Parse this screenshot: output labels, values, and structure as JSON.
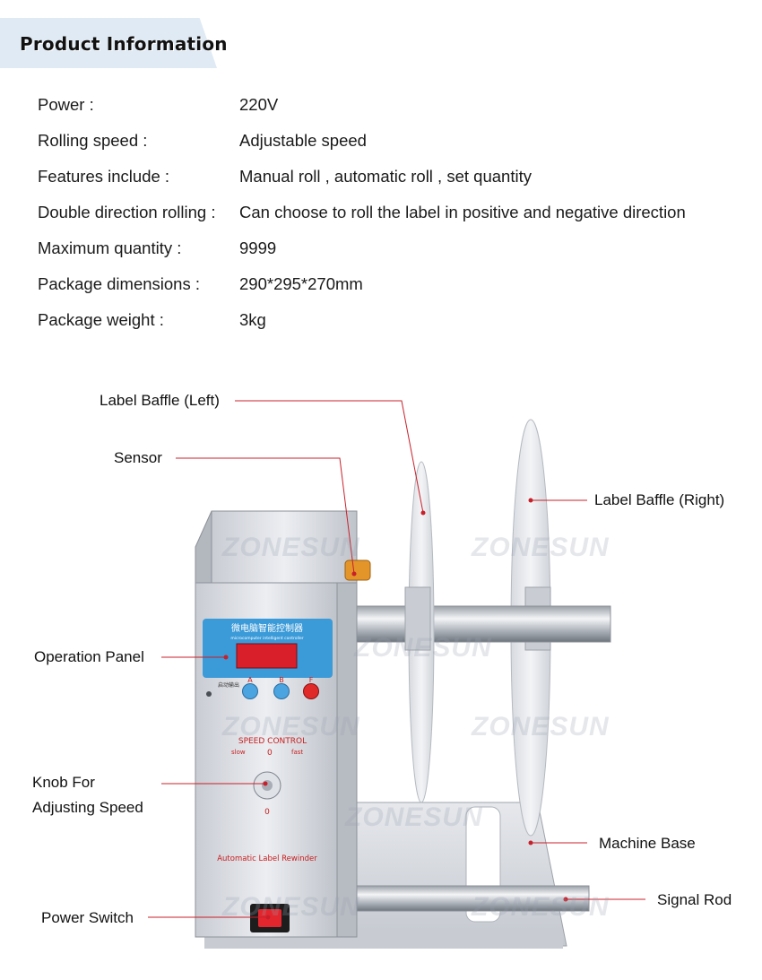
{
  "header": {
    "title": "Product Information"
  },
  "specs": [
    {
      "key": "Power :",
      "value": "220V"
    },
    {
      "key": "Rolling speed :",
      "value": "Adjustable speed"
    },
    {
      "key": "Features include :",
      "value": "Manual roll , automatic roll , set quantity"
    },
    {
      "key": "Double direction rolling :",
      "value": "Can choose to roll the label in positive and negative direction"
    },
    {
      "key": "Maximum quantity :",
      "value": "9999"
    },
    {
      "key": "Package dimensions :",
      "value": "290*295*270mm"
    },
    {
      "key": "Package weight :",
      "value": "3kg"
    }
  ],
  "callouts": {
    "label_baffle_left": "Label Baffle (Left)",
    "sensor": "Sensor",
    "label_baffle_right": "Label Baffle (Right)",
    "operation_panel": "Operation Panel",
    "knob_line1": "Knob For",
    "knob_line2": "Adjusting Speed",
    "machine_base": "Machine Base",
    "signal_rod": "Signal Rod",
    "power_switch": "Power Switch"
  },
  "machine": {
    "display_header": "微电脑智能控制器",
    "display_subheader": "microcomputer intelligent controller",
    "output_label": "启动输出",
    "button_a": "A",
    "button_b": "B",
    "button_f": "F",
    "speed_control": "SPEED  CONTROL",
    "slow": "slow",
    "zero": "0",
    "fast": "fast",
    "dial_zero": "0",
    "nameplate": "Automatic  Label  Rewinder"
  },
  "watermark": "ZONESUN",
  "colors": {
    "callout_line": "#c8202a",
    "header_bg": "#dfeaf4",
    "display_red": "#e0202a",
    "panel_blue": "#3b9ad8"
  }
}
